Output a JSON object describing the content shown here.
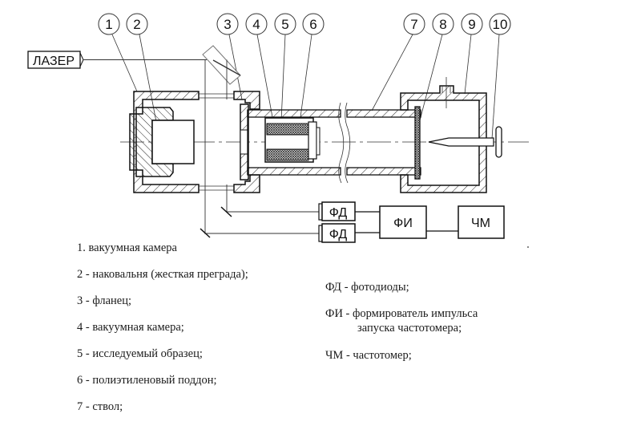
{
  "diagram": {
    "laser_label": "ЛАЗЕР",
    "callouts": [
      "1",
      "2",
      "3",
      "4",
      "5",
      "6",
      "7",
      "8",
      "9",
      "10"
    ],
    "blocks": {
      "photodiode_1": "ФД",
      "photodiode_2": "ФД",
      "pulse_former": "ФИ",
      "frequency_meter": "ЧМ"
    }
  },
  "legend_left": [
    "1. вакуумная камера",
    "2 - наковальня (жесткая преграда);",
    "3 - фланец;",
    "4 - вакуумная камера;",
    "5 - исследуемый образец;",
    "6 - полиэтиленовый поддон;",
    "7 - ствол;"
  ],
  "legend_right": {
    "fd": "ФД - фотодиоды;",
    "fi_line1": "ФИ - формирователь импульса",
    "fi_line2": "запуска частотомера;",
    "chm": "ЧМ - частотомер;"
  }
}
